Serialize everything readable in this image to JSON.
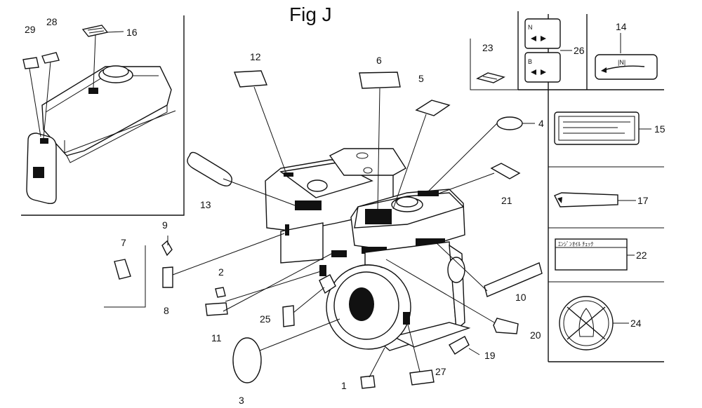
{
  "figure_title": "Fig J",
  "callouts": {
    "n1": "1",
    "n2": "2",
    "n3": "3",
    "n4": "4",
    "n5": "5",
    "n6": "6",
    "n7": "7",
    "n8": "8",
    "n9": "9",
    "n10": "10",
    "n11": "11",
    "n12": "12",
    "n13": "13",
    "n14": "14",
    "n15": "15",
    "n16": "16",
    "n17": "17",
    "n19": "19",
    "n20": "20",
    "n21": "21",
    "n22": "22",
    "n23": "23",
    "n24": "24",
    "n25": "25",
    "n26": "26",
    "n27": "27",
    "n28": "28",
    "n29": "29"
  },
  "label_22_text": "ｴﾝｼﾞﾝｵｲﾙ ﾁｪｯｸ",
  "colors": {
    "ink": "#111111",
    "paper": "#ffffff"
  }
}
